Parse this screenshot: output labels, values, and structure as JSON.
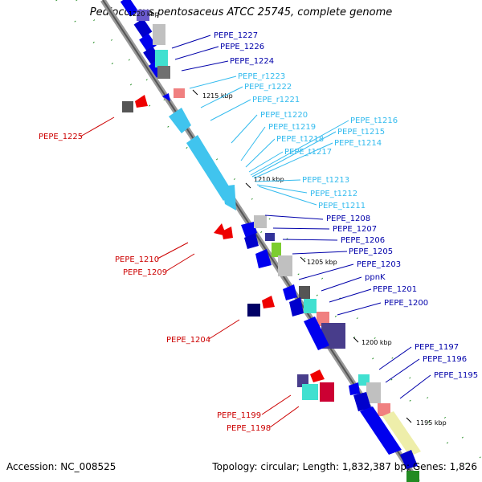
{
  "title": "Pediococcus pentosaceus ATCC 25745, complete genome",
  "footer": {
    "accession": "Accession: NC_008525",
    "summary": "Topology: circular; Length: 1,832,387 bp; Genes: 1,826"
  },
  "colors": {
    "forward_label": "#0000aa",
    "reverse_label": "#cc0000",
    "rna_label": "#33bbee",
    "backbone": "#888888",
    "tick": "#228b22"
  },
  "kbp_ticks": [
    "1215 kbp",
    "1210 kbp",
    "1205 kbp",
    "1200 kbp",
    "1195 kbp"
  ],
  "top_tick": "1220 kbp",
  "forward_labels": [
    "PEPE_1227",
    "PEPE_1226",
    "PEPE_1224",
    "PEPE_1208",
    "PEPE_1207",
    "PEPE_1206",
    "PEPE_1205",
    "PEPE_1203",
    "ppnK",
    "PEPE_1201",
    "PEPE_1200",
    "PEPE_1197",
    "PEPE_1196",
    "PEPE_1195"
  ],
  "rna_labels": [
    "PEPE_r1223",
    "PEPE_r1222",
    "PEPE_r1221",
    "PEPE_t1220",
    "PEPE_t1219",
    "PEPE_t1218",
    "PEPE_t1217",
    "PEPE_t1216",
    "PEPE_t1215",
    "PEPE_t1214",
    "PEPE_t1213",
    "PEPE_t1212",
    "PEPE_t1211"
  ],
  "reverse_labels": [
    "PEPE_1225",
    "PEPE_1210",
    "PEPE_1209",
    "PEPE_1204",
    "PEPE_1199",
    "PEPE_1198"
  ]
}
